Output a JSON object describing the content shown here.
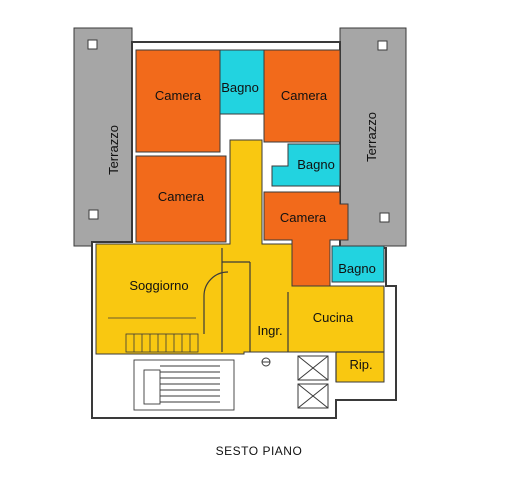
{
  "plan": {
    "caption": "SESTO PIANO",
    "rooms": {
      "camera_top_left": "Camera",
      "bagno_top": "Bagno",
      "camera_top_right": "Camera",
      "camera_mid_left": "Camera",
      "bagno_mid": "Bagno",
      "camera_mid_right": "Camera",
      "bagno_bottom": "Bagno",
      "soggiorno": "Soggiorno",
      "ingresso": "Ingr.",
      "cucina": "Cucina",
      "ripostiglio": "Rip."
    },
    "terraces": {
      "left": "Terrazzo",
      "right": "Terrazzo"
    }
  },
  "colors": {
    "camera": "#f26a1b",
    "bagno": "#22d3e0",
    "living": "#f9c811",
    "terrace": "#a6a6a6",
    "wall": "#3a3a3a"
  }
}
